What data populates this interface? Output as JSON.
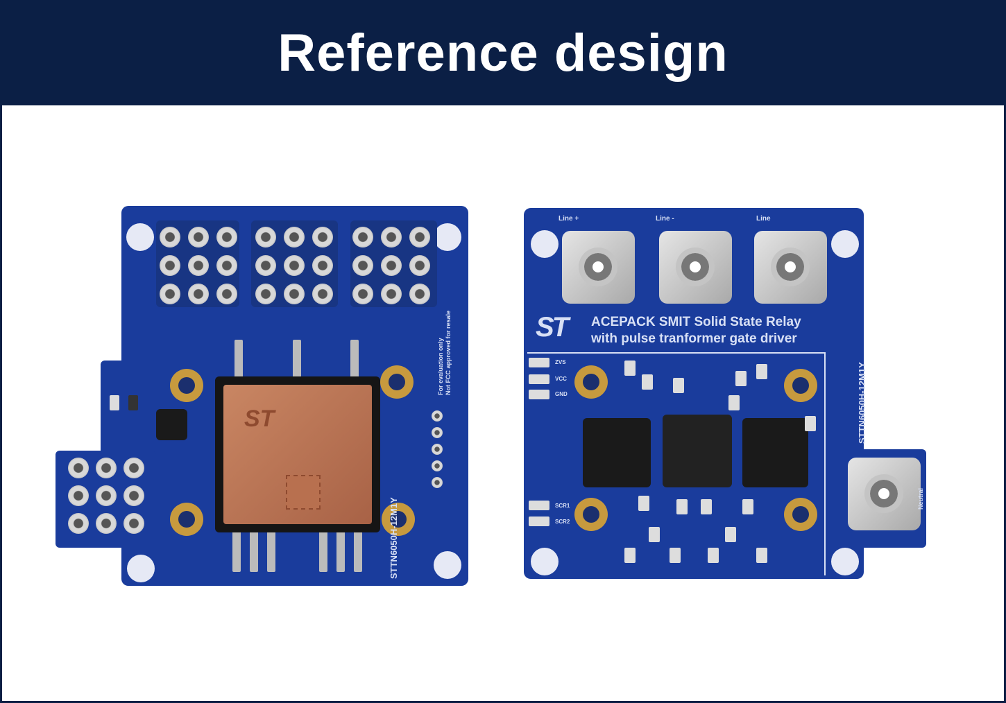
{
  "header": {
    "title": "Reference design"
  },
  "left_board": {
    "part_number": "STTN6050H-12M1Y",
    "notice": [
      "For evaluation only",
      "Not FCC approved for resale"
    ],
    "colors": {
      "pcb": "#1a3c9c",
      "copper": "#c07a55"
    }
  },
  "right_board": {
    "title_line1": "ACEPACK SMIT Solid State Relay",
    "title_line2": "with pulse tranformer gate driver",
    "part_number": "STTN6050H-12M1Y",
    "terminals": [
      "Line +",
      "Line -",
      "Line",
      "Neutral"
    ],
    "connector_labels": [
      "ZVS",
      "VCC",
      "GND"
    ],
    "scr_labels": [
      "SCR1",
      "SCR2"
    ],
    "logo": "ST"
  }
}
